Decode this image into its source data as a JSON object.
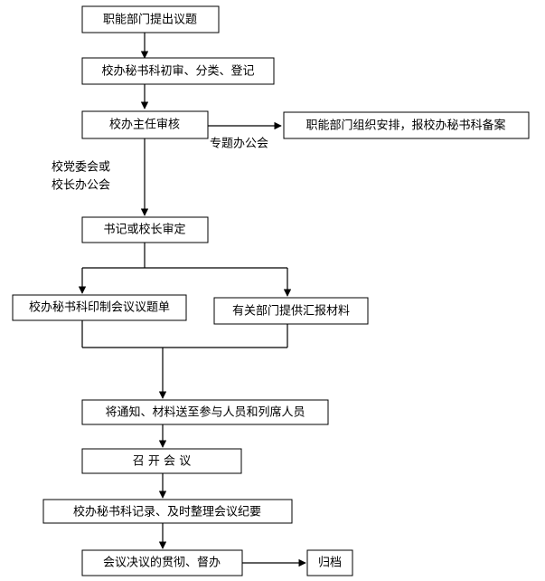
{
  "steps": {
    "propose": "职能部门提出议题",
    "initial_review": "校办秘书科初审、分类、登记",
    "director_review": "校办主任审核",
    "dept_arrange": "职能部门组织安排，报校办秘书科备案",
    "secretary_review": "书记或校长审定",
    "print_agenda": "校办秘书科印制会议议题单",
    "provide_materials": "有关部门提供汇报材料",
    "send_notice": "将通知、材料送至参与人员和列席人员",
    "hold_meeting": "召 开 会 议",
    "record_minutes": "校办秘书科记录、及时整理会议纪要",
    "implement": "会议决议的贯彻、督办",
    "archive": "归档"
  },
  "labels": {
    "special_meeting": "专题办公会",
    "party_committee_line1": "校党委会或",
    "party_committee_line2": "校长办公会"
  }
}
